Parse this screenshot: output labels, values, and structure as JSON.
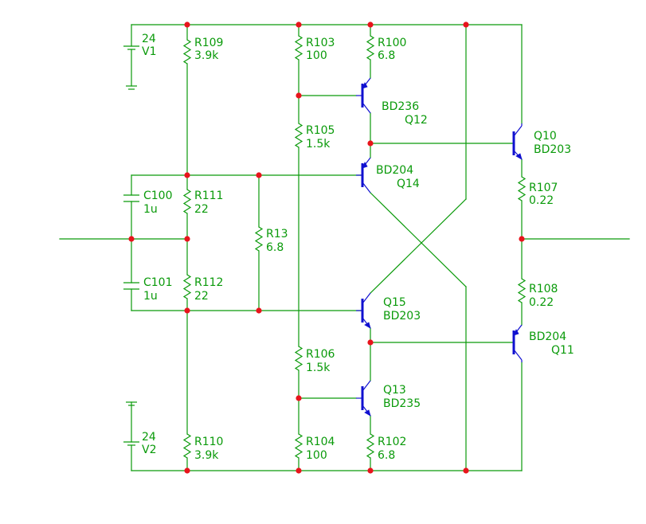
{
  "colors": {
    "wire": "#0a9a0a",
    "transistor": "#1010d0",
    "node": "#e8141c",
    "background": "#ffffff"
  },
  "components": {
    "V1": {
      "value": "24",
      "name": "V1"
    },
    "V2": {
      "value": "24",
      "name": "V2"
    },
    "R109": {
      "name": "R109",
      "value": "3.9k"
    },
    "R110": {
      "name": "R110",
      "value": "3.9k"
    },
    "R103": {
      "name": "R103",
      "value": "100"
    },
    "R104": {
      "name": "R104",
      "value": "100"
    },
    "R100": {
      "name": "R100",
      "value": "6.8"
    },
    "R102": {
      "name": "R102",
      "value": "6.8"
    },
    "R105": {
      "name": "R105",
      "value": "1.5k"
    },
    "R106": {
      "name": "R106",
      "value": "1.5k"
    },
    "R111": {
      "name": "R111",
      "value": "22"
    },
    "R112": {
      "name": "R112",
      "value": "22"
    },
    "R13": {
      "name": "R13",
      "value": "6.8"
    },
    "R107": {
      "name": "R107",
      "value": "0.22"
    },
    "R108": {
      "name": "R108",
      "value": "0.22"
    },
    "C100": {
      "name": "C100",
      "value": "1u"
    },
    "C101": {
      "name": "C101",
      "value": "1u"
    },
    "Q12": {
      "name": "Q12",
      "model": "BD236"
    },
    "Q14": {
      "name": "Q14",
      "model": "BD204"
    },
    "Q15": {
      "name": "Q15",
      "model": "BD203"
    },
    "Q13": {
      "name": "Q13",
      "model": "BD235"
    },
    "Q10": {
      "name": "Q10",
      "model": "BD203"
    },
    "Q11": {
      "name": "Q11",
      "model": "BD204"
    }
  }
}
